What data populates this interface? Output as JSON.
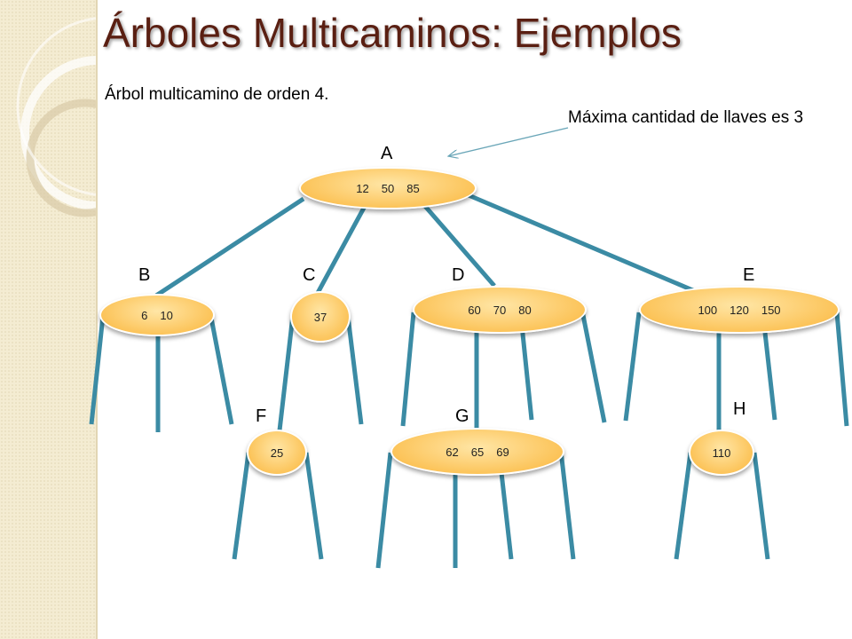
{
  "title": "Árboles Multicaminos: Ejemplos",
  "subtitle": "Árbol multicamino de orden 4.",
  "annotation": "Máxima cantidad de llaves es 3",
  "colors": {
    "title": "#5a1f12",
    "edge": "#3b8ba4",
    "node_fill": "#fcc45a",
    "side_band": "#f4ecd2"
  },
  "nodes": {
    "A": {
      "label": "A",
      "keys": [
        "12",
        "50",
        "85"
      ]
    },
    "B": {
      "label": "B",
      "keys": [
        "6",
        "10"
      ]
    },
    "C": {
      "label": "C",
      "keys": [
        "37"
      ]
    },
    "D": {
      "label": "D",
      "keys": [
        "60",
        "70",
        "80"
      ]
    },
    "E": {
      "label": "E",
      "keys": [
        "100",
        "120",
        "150"
      ]
    },
    "F": {
      "label": "F",
      "keys": [
        "25"
      ]
    },
    "G": {
      "label": "G",
      "keys": [
        "62",
        "65",
        "69"
      ]
    },
    "H": {
      "label": "H",
      "keys": [
        "110"
      ]
    }
  }
}
